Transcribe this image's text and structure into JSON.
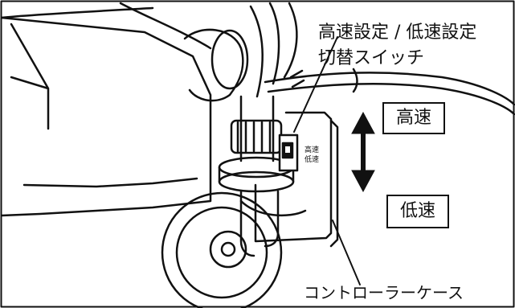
{
  "labels": {
    "switch_line1": "高速設定 / 低速設定",
    "switch_line2": "切替スイッチ",
    "high_speed": "高速",
    "low_speed": "低速",
    "controller_case": "コントローラーケース",
    "panel_high": "高速",
    "panel_low": "低速"
  },
  "icons": {
    "double_arrow": "double-headed-vertical-arrow"
  },
  "colors": {
    "ink": "#111111",
    "paper": "#ffffff"
  }
}
